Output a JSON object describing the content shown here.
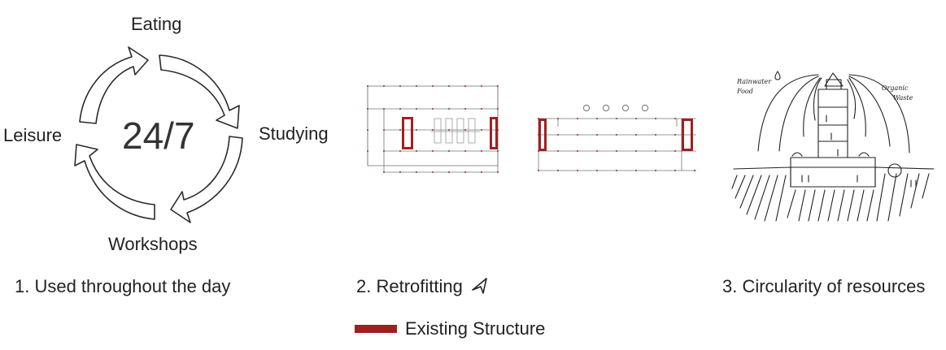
{
  "panel1": {
    "labels": {
      "top": "Eating",
      "right": "Studying",
      "bottom": "Workshops",
      "left": "Leisure"
    },
    "center": "24/7",
    "caption": "1. Used throughout the day"
  },
  "panel2": {
    "caption": "2. Retrofitting",
    "legend_label": "Existing Structure",
    "structure_color": "#a0201f"
  },
  "panel3": {
    "labels": {
      "left_top": "Rainwater",
      "left_bottom": "Food",
      "right_top": "Organic",
      "right_bottom": "Waste"
    },
    "caption": "3. Circularity of resources"
  }
}
